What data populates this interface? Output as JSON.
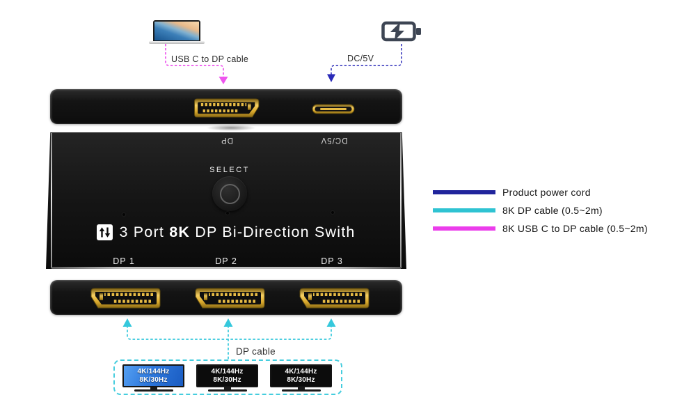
{
  "labels": {
    "usb_c_cable": "USB C to DP cable",
    "dc_power": "DC/5V",
    "dp_cable": "DP cable"
  },
  "device": {
    "title_prefix": "3 Port ",
    "title_bold": "8K",
    "title_suffix": " DP Bi-Direction Swith",
    "select_button": "SELECT",
    "back_panel_labels": {
      "dp": "DP",
      "dc": "DC/5V"
    },
    "output_port_labels": [
      "DP 1",
      "DP 2",
      "DP 3"
    ]
  },
  "legend": {
    "items": [
      {
        "label": "Product power cord",
        "color": "#20249c"
      },
      {
        "label": "8K DP cable (0.5~2m)",
        "color": "#2fc3d2"
      },
      {
        "label": "8K USB C to DP cable (0.5~2m)",
        "color": "#eb3deb"
      }
    ]
  },
  "monitors": [
    {
      "line1": "4K/144Hz",
      "line2": "8K/30Hz",
      "state": "active"
    },
    {
      "line1": "4K/144Hz",
      "line2": "8K/30Hz",
      "state": "inactive"
    },
    {
      "line1": "4K/144Hz",
      "line2": "8K/30Hz",
      "state": "inactive"
    }
  ],
  "icons": {
    "source_device": "laptop",
    "power_source": "battery-charging",
    "brand_mark": "bi-direction-arrows",
    "input_port": "displayport",
    "power_port": "usb-c",
    "output_ports": "displayport"
  },
  "colors": {
    "usb_c_path": "#ee55ee",
    "power_path": "#2a2ab8",
    "dp_path": "#35c8dc",
    "connector_gold": "#d9a82c",
    "device_body": "#141414",
    "active_screen": "#2e78dc"
  }
}
